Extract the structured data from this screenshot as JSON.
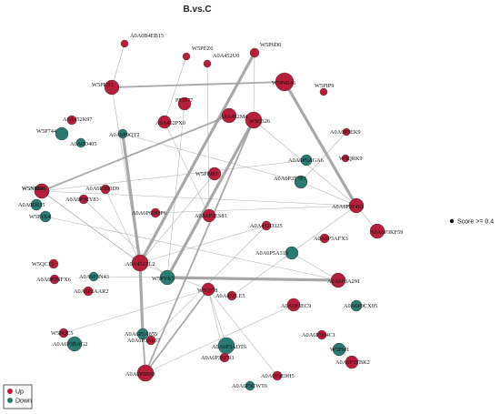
{
  "title": "B.vs.C",
  "legend": {
    "score_text": "Score >= 0.4",
    "up_label": "Up",
    "down_label": "Down"
  },
  "colors": {
    "up": "#b51f3b",
    "down": "#2a7a72",
    "edge": "#9a9a9a",
    "node_border": "#333333"
  },
  "nodes": [
    {
      "id": "n1",
      "label": "A0A0B4EB15",
      "group": "up"
    },
    {
      "id": "n2",
      "label": "W5PEZ6",
      "group": "up"
    },
    {
      "id": "n3",
      "label": "A0A452U0",
      "group": "up"
    },
    {
      "id": "n4",
      "label": "W5P6D0",
      "group": "up"
    },
    {
      "id": "n5",
      "label": "W5P4R46",
      "group": "up"
    },
    {
      "id": "n6",
      "label": "W5PKT1",
      "group": "up"
    },
    {
      "id": "n7",
      "label": "W5NMA6",
      "group": "up"
    },
    {
      "id": "n8",
      "label": "W5PIP9",
      "group": "up"
    },
    {
      "id": "n9",
      "label": "P51877",
      "group": "up"
    },
    {
      "id": "n10",
      "label": "A0A452K97",
      "group": "up"
    },
    {
      "id": "n11",
      "label": "W5P744",
      "group": "down"
    },
    {
      "id": "n12",
      "label": "A0A452PX0",
      "group": "up"
    },
    {
      "id": "n13",
      "label": "A0A6P9QT2",
      "group": "down"
    },
    {
      "id": "n14",
      "label": "A0A0D405",
      "group": "down"
    },
    {
      "id": "n15",
      "label": "A0A452M4",
      "group": "up"
    },
    {
      "id": "n16",
      "label": "W5Q326",
      "group": "up"
    },
    {
      "id": "n17",
      "label": "A0A6P3EK9",
      "group": "up"
    },
    {
      "id": "n18",
      "label": "A0A6P5AGA6",
      "group": "down"
    },
    {
      "id": "n19",
      "label": "W5QRK9",
      "group": "up"
    },
    {
      "id": "n20",
      "label": "W5P8J83",
      "group": "up"
    },
    {
      "id": "n21",
      "label": "A0A6P3T7P3",
      "group": "down"
    },
    {
      "id": "n22",
      "label": "W5NRB6",
      "group": "up"
    },
    {
      "id": "n23",
      "label": "A0A0D635",
      "group": "down"
    },
    {
      "id": "n24",
      "label": "A0A6P3EY83",
      "group": "up"
    },
    {
      "id": "n25",
      "label": "A0A6P3B0D9",
      "group": "up"
    },
    {
      "id": "n26",
      "label": "A0A6P6DQP6",
      "group": "up"
    },
    {
      "id": "n27",
      "label": "A0A6P3ES81",
      "group": "up"
    },
    {
      "id": "n28",
      "label": "A0A6P3F4S1",
      "group": "up"
    },
    {
      "id": "n29",
      "label": "W5P1X4",
      "group": "down"
    },
    {
      "id": "n30",
      "label": "A0A452D325",
      "group": "up"
    },
    {
      "id": "n31",
      "label": "A0A6P3KF59",
      "group": "up"
    },
    {
      "id": "n32",
      "label": "A0A6P3AFX3",
      "group": "up"
    },
    {
      "id": "n33",
      "label": "A0A6P5A315",
      "group": "down"
    },
    {
      "id": "n34",
      "label": "A0A452ZL2",
      "group": "up"
    },
    {
      "id": "n35",
      "label": "W5QC13",
      "group": "up"
    },
    {
      "id": "n36",
      "label": "A0A6P3NFX6",
      "group": "up"
    },
    {
      "id": "n37",
      "label": "A0A6P3N43",
      "group": "down"
    },
    {
      "id": "n38",
      "label": "W5PYK5",
      "group": "down"
    },
    {
      "id": "n39",
      "label": "A0A6P3AAR2",
      "group": "up"
    },
    {
      "id": "n40",
      "label": "W5Q7J8",
      "group": "up"
    },
    {
      "id": "n41",
      "label": "A0A452LE5",
      "group": "up"
    },
    {
      "id": "n42",
      "label": "A0A6P3A291",
      "group": "up"
    },
    {
      "id": "n43",
      "label": "A0A6P3EC9",
      "group": "up"
    },
    {
      "id": "n44",
      "label": "A0A6P3CX05",
      "group": "down"
    },
    {
      "id": "n45",
      "label": "W5PQC5",
      "group": "up"
    },
    {
      "id": "n46",
      "label": "A0A6P3BAG2",
      "group": "down"
    },
    {
      "id": "n47",
      "label": "A0A6P3A037",
      "group": "up"
    },
    {
      "id": "n48",
      "label": "A0A6P5A855",
      "group": "down"
    },
    {
      "id": "n49",
      "label": "A0A6P3D4C1",
      "group": "up"
    },
    {
      "id": "n50",
      "label": "A0A6P3ADT6",
      "group": "down"
    },
    {
      "id": "n51",
      "label": "A0A6P3EC93",
      "group": "up"
    },
    {
      "id": "n52",
      "label": "W5P9J1",
      "group": "down"
    },
    {
      "id": "n53",
      "label": "A0A6P3R68",
      "group": "up"
    },
    {
      "id": "n54",
      "label": "A0A6P3E9H5",
      "group": "up"
    },
    {
      "id": "n55",
      "label": "A0A6P3TBK2",
      "group": "up"
    },
    {
      "id": "n56",
      "label": "A0A6P3CWT6",
      "group": "down"
    }
  ],
  "edges": [
    {
      "source": "n6",
      "target": "n5",
      "weight": 2
    },
    {
      "source": "n4",
      "target": "n34",
      "weight": 3
    },
    {
      "source": "n4",
      "target": "n16",
      "weight": 1
    },
    {
      "source": "n5",
      "target": "n28",
      "weight": 3
    },
    {
      "source": "n15",
      "target": "n22",
      "weight": 2
    },
    {
      "source": "n16",
      "target": "n38",
      "weight": 3
    },
    {
      "source": "n16",
      "target": "n28",
      "weight": 1
    },
    {
      "source": "n13",
      "target": "n34",
      "weight": 3
    },
    {
      "source": "n34",
      "target": "n48",
      "weight": 3
    },
    {
      "source": "n34",
      "target": "n40",
      "weight": 1
    },
    {
      "source": "n38",
      "target": "n42",
      "weight": 3
    },
    {
      "source": "n40",
      "target": "n53",
      "weight": 2
    },
    {
      "source": "n48",
      "target": "n53",
      "weight": 2
    },
    {
      "source": "n22",
      "target": "n28",
      "weight": 1
    },
    {
      "source": "n22",
      "target": "n34",
      "weight": 1
    },
    {
      "source": "n12",
      "target": "n27",
      "weight": 1
    },
    {
      "source": "n20",
      "target": "n34",
      "weight": 1
    },
    {
      "source": "n21",
      "target": "n28",
      "weight": 1
    },
    {
      "source": "n30",
      "target": "n34",
      "weight": 1
    },
    {
      "source": "n33",
      "target": "n42",
      "weight": 1
    },
    {
      "source": "n37",
      "target": "n42",
      "weight": 1
    },
    {
      "source": "n43",
      "target": "n53",
      "weight": 1
    },
    {
      "source": "n50",
      "target": "n40",
      "weight": 1
    },
    {
      "source": "n51",
      "target": "n40",
      "weight": 1
    },
    {
      "source": "n53",
      "target": "n16",
      "weight": 2
    },
    {
      "source": "n41",
      "target": "n28",
      "weight": 1
    },
    {
      "source": "n9",
      "target": "n38",
      "weight": 1
    },
    {
      "source": "n7",
      "target": "n34",
      "weight": 1
    },
    {
      "source": "n6",
      "target": "n34",
      "weight": 1
    },
    {
      "source": "n25",
      "target": "n34",
      "weight": 1
    },
    {
      "source": "n29",
      "target": "n42",
      "weight": 1
    },
    {
      "source": "n28",
      "target": "n31",
      "weight": 1
    },
    {
      "source": "n26",
      "target": "n28",
      "weight": 1
    },
    {
      "source": "n47",
      "target": "n30",
      "weight": 1
    },
    {
      "source": "n18",
      "target": "n22",
      "weight": 1
    },
    {
      "source": "n17",
      "target": "n21",
      "weight": 1
    },
    {
      "source": "n24",
      "target": "n38",
      "weight": 1
    },
    {
      "source": "n45",
      "target": "n40",
      "weight": 1
    },
    {
      "source": "n3",
      "target": "n27",
      "weight": 1
    },
    {
      "source": "n1",
      "target": "n6",
      "weight": 1
    },
    {
      "source": "n2",
      "target": "n12",
      "weight": 1
    },
    {
      "source": "n54",
      "target": "n40",
      "weight": 1
    },
    {
      "source": "n13",
      "target": "n21",
      "weight": 1
    }
  ]
}
